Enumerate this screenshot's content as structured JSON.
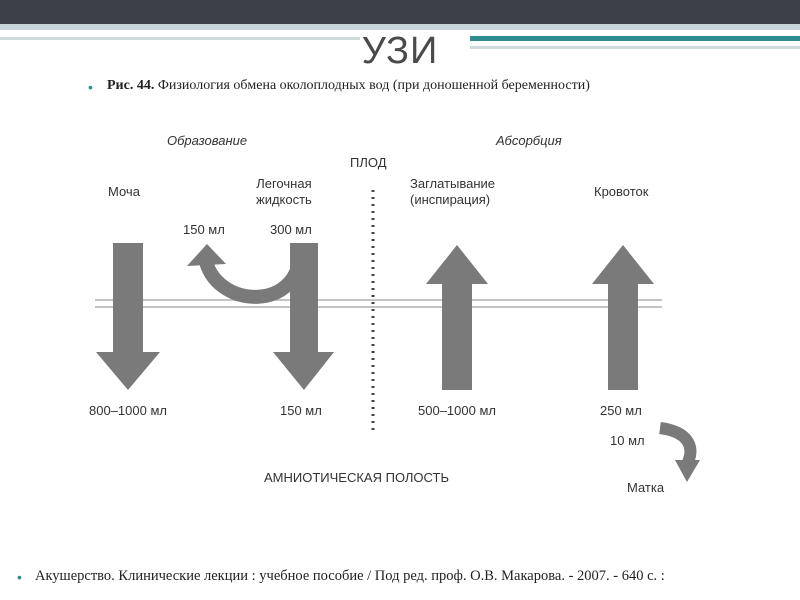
{
  "slide": {
    "title": "УЗИ",
    "caption_prefix": "Рис. 44.",
    "caption_text": " Физиология обмена околоплодных вод (при доношенной беременности)",
    "reference": "Акушерство. Клинические лекции : учебное пособие / Под ред. проф. О.В. Макарова. - 2007. - 640 с. :"
  },
  "diagram": {
    "formation_label": "Образование",
    "absorption_label": "Абсорбция",
    "fetus_label": "ПЛОД",
    "amniotic_label": "АМНИОТИЧЕСКАЯ ПОЛОСТЬ",
    "flows": [
      {
        "name": "Моча",
        "volume": "800–1000 мл",
        "direction": "down"
      },
      {
        "name": "Легочная жидкость",
        "name_line1": "Легочная",
        "name_line2": "жидкость",
        "volume": "150 мл",
        "recirculated": "300 мл",
        "returned": "150 мл",
        "direction": "down"
      },
      {
        "name": "Заглатывание (инспирация)",
        "name_line1": "Заглатывание",
        "name_line2": "(инспирация)",
        "volume": "500–1000 мл",
        "direction": "up"
      },
      {
        "name": "Кровоток",
        "volume": "250 мл",
        "direction": "up"
      }
    ],
    "uterus_transfer": {
      "volume": "10 мл",
      "target": "Матка"
    },
    "arrow_color": "#7a7a7a"
  }
}
